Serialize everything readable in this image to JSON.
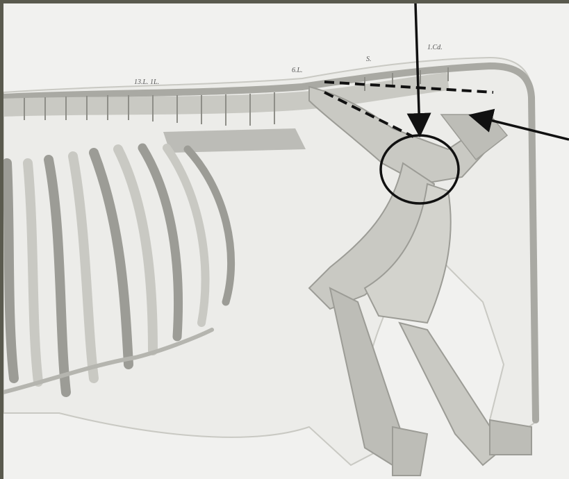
{
  "labels": {
    "lumbar": "13.L. 1L.",
    "lumbosacral": "6.L.",
    "sacral": "S.",
    "tail": "1.Cd."
  },
  "annotations": {
    "arrow_top": "pointing-down-arrow",
    "arrow_right": "pointing-left-arrow",
    "circle": "hip-joint-circle",
    "dashed_lines": "pelvic-angle-lines"
  },
  "colors": {
    "frame": "#5a5a4e",
    "paper": "#f1f1ef",
    "bone": "#c9c9c3",
    "bone_dark": "#9c9c96",
    "annotation": "#111111"
  }
}
